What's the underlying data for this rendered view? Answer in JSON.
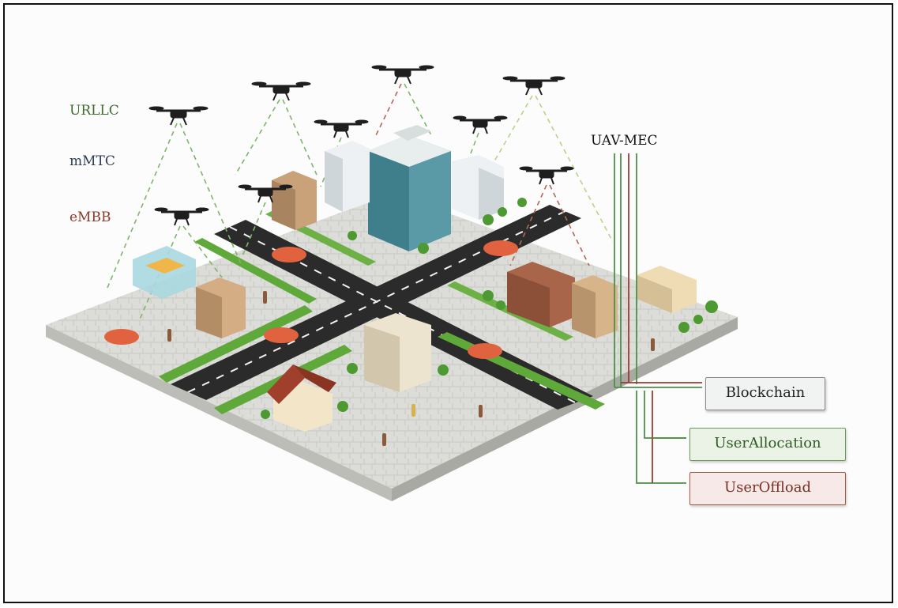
{
  "legend": {
    "urllc": "URLLC",
    "mmtc": "mMTC",
    "embb": "eMBB"
  },
  "uav_mec_label": "UAV-MEC",
  "boxes": {
    "blockchain": "Blockchain",
    "user_allocation": "UserAllocation",
    "user_offload": "UserOffload"
  },
  "colors": {
    "urllc": "#3f6b2a",
    "mmtc": "#2d3d55",
    "embb": "#8a3a2a",
    "connector_green": "#4f8f4a",
    "connector_red": "#9a3b2f",
    "road": "#2b2b2b",
    "grass": "#5fa83a",
    "pavement": "#d9d9d6"
  },
  "icons": [
    "drone-icon",
    "car-icon",
    "building-icon",
    "house-icon",
    "tree-icon",
    "person-icon"
  ]
}
